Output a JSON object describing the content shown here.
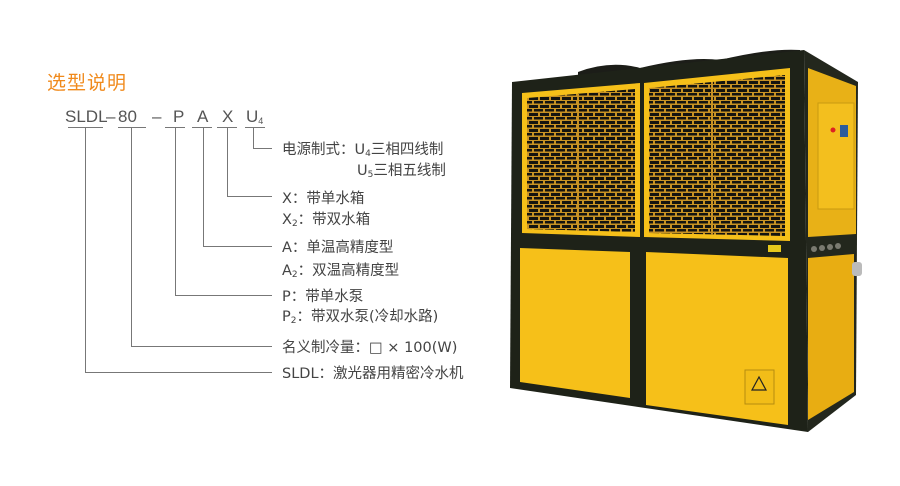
{
  "title": "选型说明",
  "code": {
    "series": "SLDL",
    "dash1": "–",
    "capacity": "80",
    "dash2": "–",
    "pump": "P",
    "accuracy": "A",
    "tank": "X",
    "power": "U",
    "power_sub": "4"
  },
  "legend": {
    "power": {
      "label": "电源制式：",
      "opt1_letter": "U",
      "opt1_sub": "4",
      "opt1_text": "三相四线制",
      "opt2_letter": "U",
      "opt2_sub": "5",
      "opt2_text": "三相五线制"
    },
    "tank": {
      "opt1": "X：带单水箱",
      "opt2_letter": "X",
      "opt2_sub": "2",
      "opt2_text": "：带双水箱"
    },
    "accuracy": {
      "opt1": "A：单温高精度型",
      "opt2_letter": "A",
      "opt2_sub": "2",
      "opt2_text": "：双温高精度型"
    },
    "pump": {
      "opt1": "P：带单水泵",
      "opt2_letter": "P",
      "opt2_sub": "2",
      "opt2_text": "：带双水泵(冷却水路)"
    },
    "capacity": "名义制冷量：□ × 100(W)",
    "series": "SLDL：激光器用精密冷水机"
  },
  "colors": {
    "title": "#f08a1c",
    "machine_yellow": "#f6c019",
    "frame": "#1e2218"
  }
}
